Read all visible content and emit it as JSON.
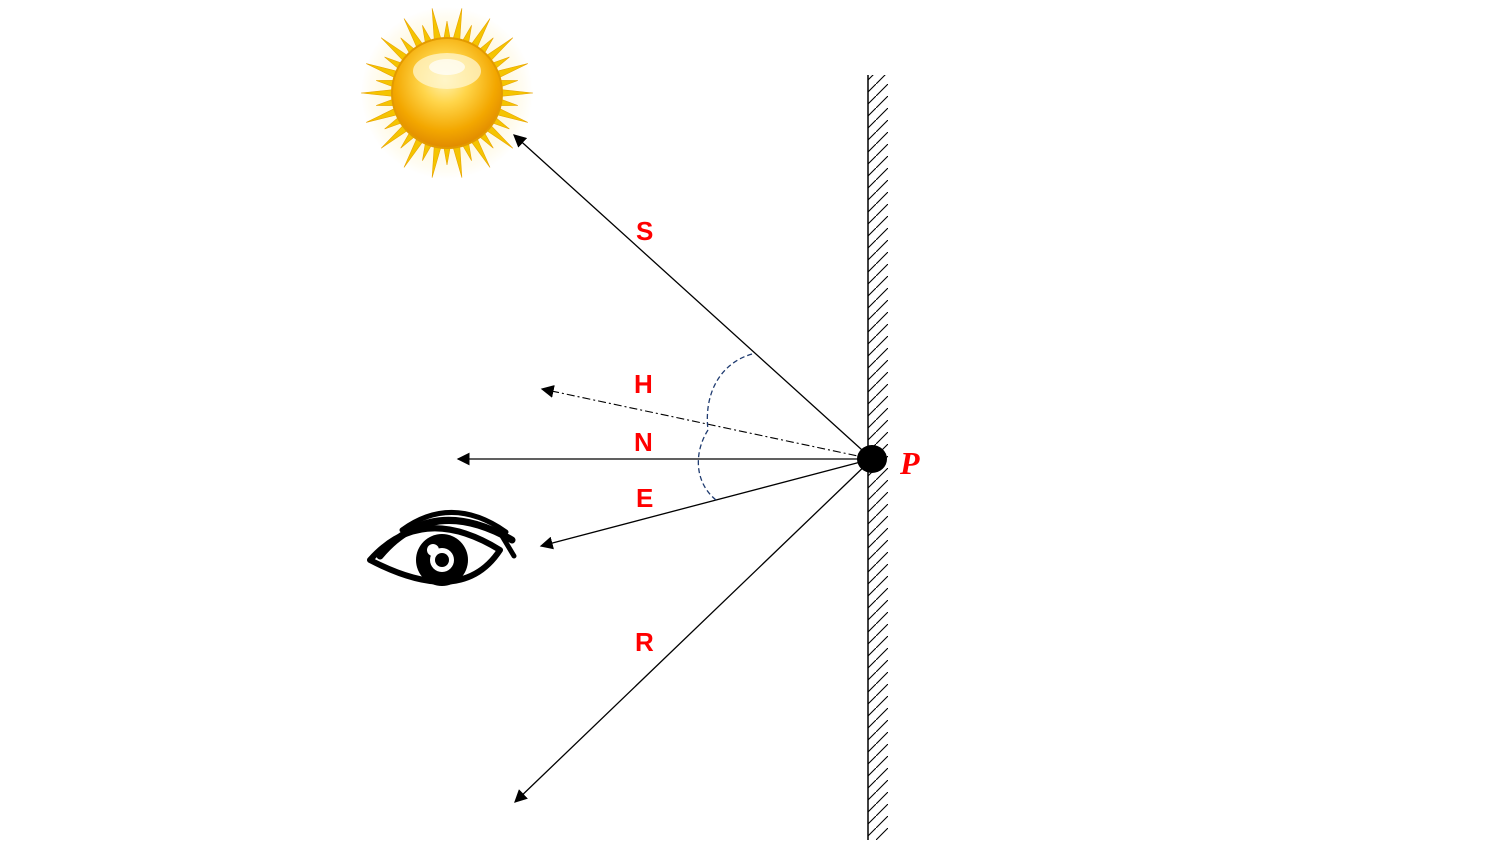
{
  "diagram": {
    "point_label": "P",
    "vectors": {
      "S": "S",
      "H": "H",
      "N": "N",
      "E": "E",
      "R": "R"
    },
    "icons": {
      "light_source": "sun-icon",
      "viewer": "eye-icon"
    },
    "colors": {
      "label": "#ff0000",
      "line": "#000000",
      "angle_arc": "#1f3b70",
      "sun_core": "#f7b500",
      "sun_ray": "#f5c400"
    }
  }
}
